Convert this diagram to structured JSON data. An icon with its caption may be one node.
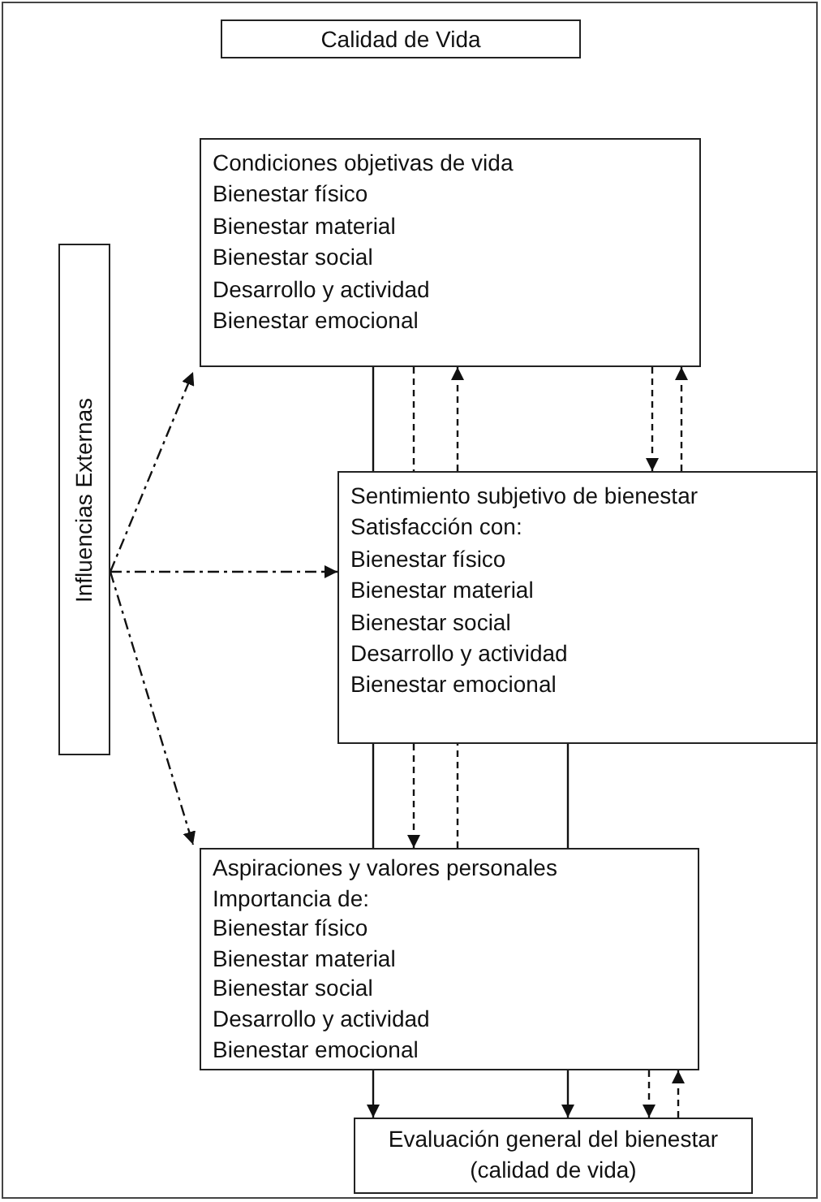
{
  "diagram": {
    "nodes": [
      {
        "text": [
          "Calidad de Vida"
        ]
      },
      {
        "text": [
          "Condiciones objetivas de vida",
          "Bienestar físico",
          "Bienestar material",
          "Bienestar social",
          "Desarrollo y actividad",
          "Bienestar emocional"
        ]
      },
      {
        "text": [
          "Sentimiento subjetivo de bienestar",
          "Satisfacción con:",
          "Bienestar físico",
          "Bienestar material",
          "Bienestar social",
          "Desarrollo y actividad",
          "Bienestar emocional"
        ]
      },
      {
        "text": [
          "Aspiraciones y valores personales",
          "Importancia de:",
          "Bienestar físico",
          "Bienestar material",
          "Bienestar social",
          "Desarrollo y actividad",
          "Bienestar emocional"
        ]
      },
      {
        "text": [
          "Evaluación general del bienestar (calidad de vida)"
        ]
      },
      {
        "text": [
          "Influencias Externas"
        ]
      }
    ],
    "edges": [
      {
        "from": 1,
        "to": 2,
        "arrow": "none"
      },
      {
        "from": 1,
        "to": 2,
        "arrow": "none",
        "style": "dashed"
      },
      {
        "from": 2,
        "to": 1,
        "arrow": "to",
        "style": "dashed"
      },
      {
        "from": 1,
        "to": 2,
        "arrow": "to",
        "style": "dashed"
      },
      {
        "from": 2,
        "to": 1,
        "arrow": "to",
        "style": "dashed"
      },
      {
        "from": 2,
        "to": 3,
        "arrow": "none"
      },
      {
        "from": 2,
        "to": 3,
        "arrow": "to",
        "style": "dashed"
      },
      {
        "from": 3,
        "to": 2,
        "arrow": "none",
        "style": "dashed"
      },
      {
        "from": 2,
        "to": 3,
        "arrow": "none"
      },
      {
        "from": 3,
        "to": 4,
        "arrow": "to"
      },
      {
        "from": 3,
        "to": 4,
        "arrow": "to"
      },
      {
        "from": 3,
        "to": 4,
        "arrow": "to",
        "style": "dashed"
      },
      {
        "from": 4,
        "to": 3,
        "arrow": "to",
        "style": "dashed"
      },
      {
        "from": 5,
        "to": 1,
        "arrow": "to",
        "style": "dashed"
      },
      {
        "from": 5,
        "to": 2,
        "arrow": "to",
        "style": "dashed"
      },
      {
        "from": 5,
        "to": 3,
        "arrow": "to",
        "style": "dashed"
      }
    ]
  }
}
